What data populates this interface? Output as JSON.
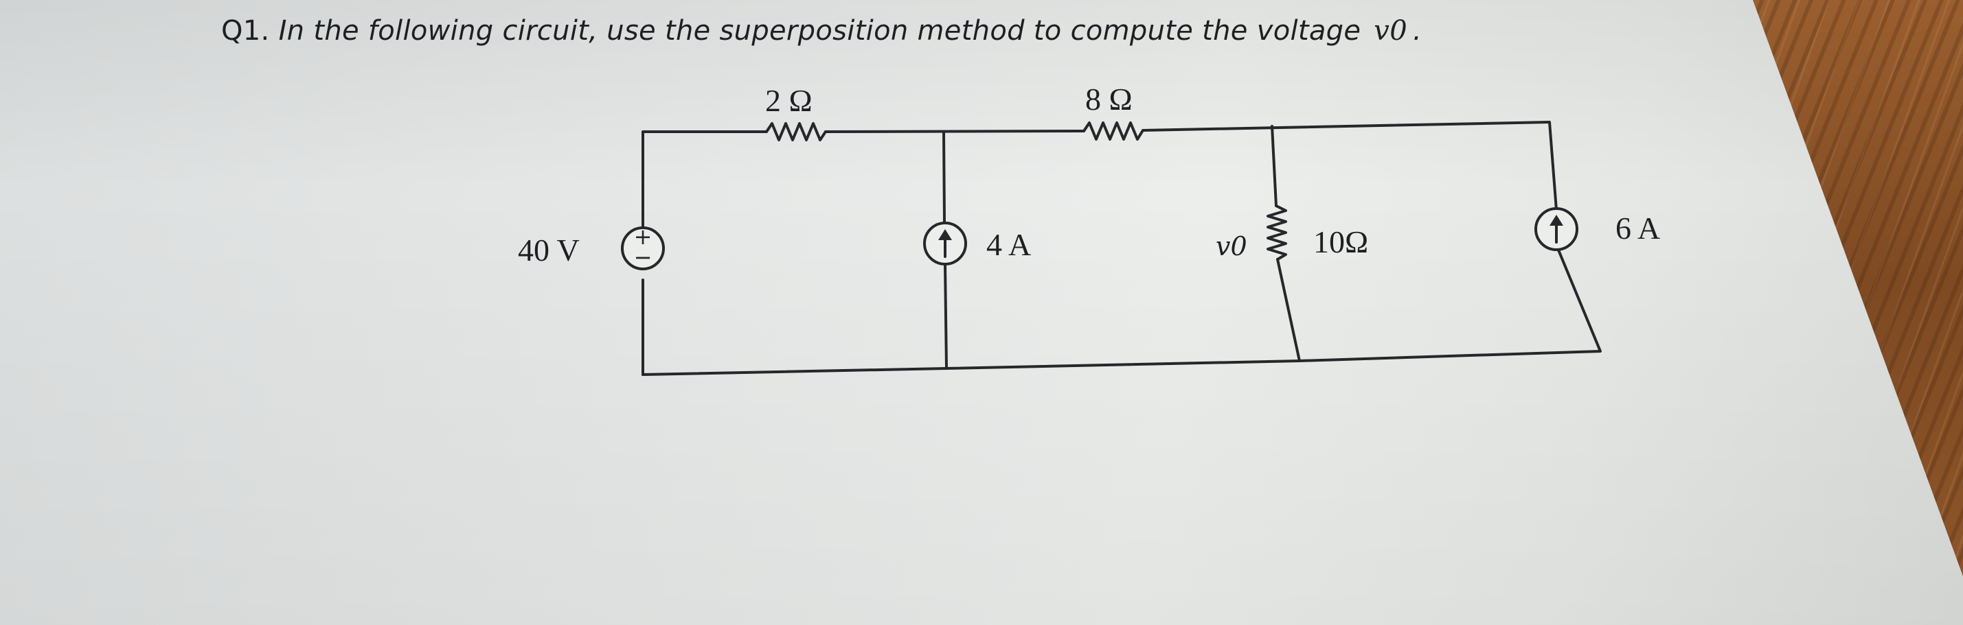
{
  "question": {
    "number": "Q1.",
    "text": "In the following circuit, use the superposition method to compute the voltage",
    "variable": "v0",
    "period": "."
  },
  "circuit": {
    "source_40v": {
      "label": "40 V",
      "plus": "+",
      "minus": "−"
    },
    "resistor_left": {
      "label": "2 Ω"
    },
    "resistor_top_right": {
      "label": "8 Ω"
    },
    "current_source_middle": {
      "label": "4 A"
    },
    "output_voltage": {
      "label": "v0"
    },
    "resistor_vertical": {
      "label": "10Ω"
    },
    "current_source_right": {
      "label": "6 A"
    }
  },
  "colors": {
    "ink": "#26272a",
    "paper": "#e7e9e8",
    "wood": "#8a5428"
  }
}
